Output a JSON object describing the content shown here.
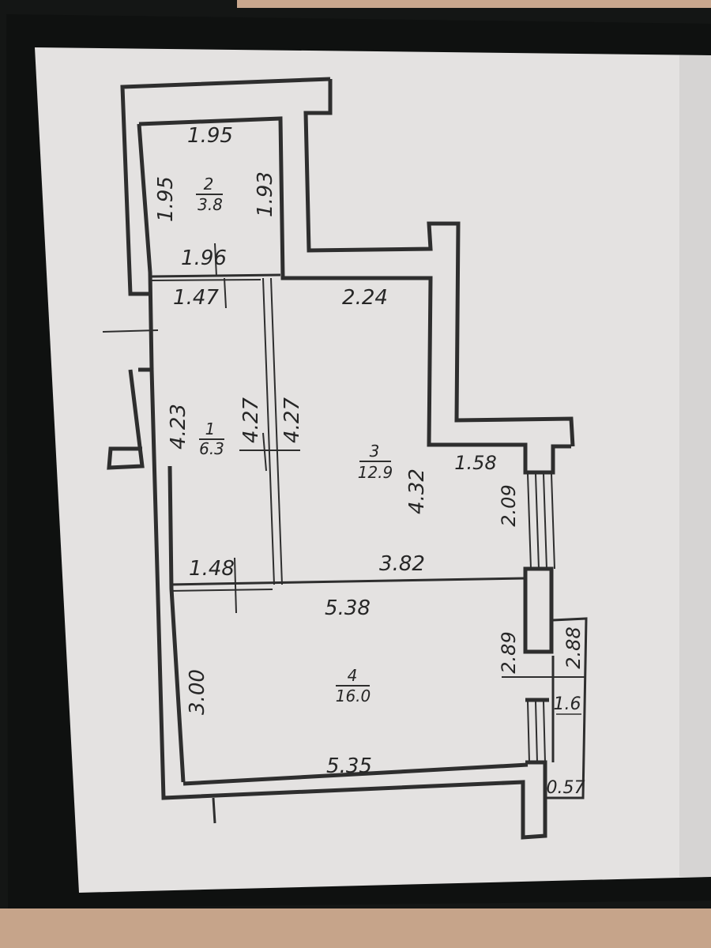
{
  "plan": {
    "rooms": [
      {
        "number": "1",
        "area": "6.3"
      },
      {
        "number": "2",
        "area": "3.8"
      },
      {
        "number": "3",
        "area": "12.9"
      },
      {
        "number": "4",
        "area": "16.0"
      }
    ],
    "dimensions": {
      "r2_top": "1.95",
      "r2_left": "1.95",
      "r2_right": "1.93",
      "r2_bottom": "1.96",
      "r1_top": "1.47",
      "r1_left": "4.23",
      "r1_right": "4.27",
      "r3_left": "4.27",
      "r3_top": "2.24",
      "r3_height": "4.32",
      "r3_niche_width": "1.58",
      "window_3": "2.09",
      "r3_bottom": "3.82",
      "r1_bottom": "1.48",
      "r4_top": "5.38",
      "r4_left": "3.00",
      "r4_bottom": "5.35",
      "r4_right": "2.89",
      "balcony_length": "2.88",
      "balcony_width": "1.6",
      "balcony_small": "0.57"
    }
  }
}
